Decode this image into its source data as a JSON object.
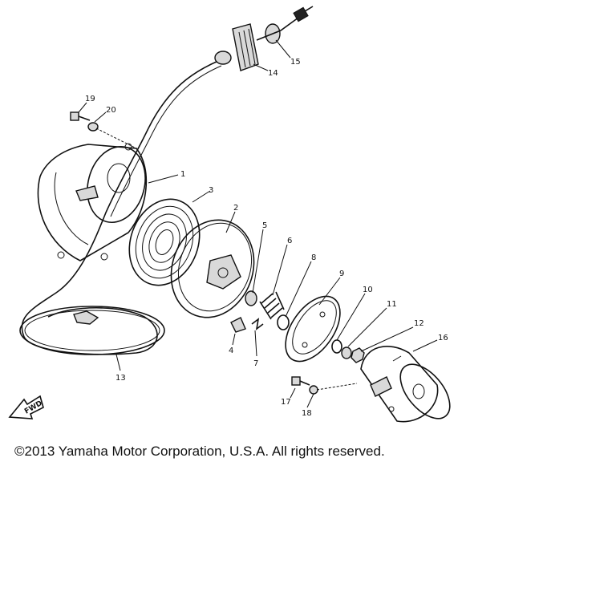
{
  "diagram": {
    "callouts": [
      {
        "id": "1",
        "label": "1"
      },
      {
        "id": "2",
        "label": "2"
      },
      {
        "id": "3",
        "label": "3"
      },
      {
        "id": "4",
        "label": "4"
      },
      {
        "id": "5",
        "label": "5"
      },
      {
        "id": "6",
        "label": "6"
      },
      {
        "id": "7",
        "label": "7"
      },
      {
        "id": "8",
        "label": "8"
      },
      {
        "id": "9",
        "label": "9"
      },
      {
        "id": "10",
        "label": "10"
      },
      {
        "id": "11",
        "label": "11"
      },
      {
        "id": "12",
        "label": "12"
      },
      {
        "id": "13",
        "label": "13"
      },
      {
        "id": "14",
        "label": "14"
      },
      {
        "id": "15",
        "label": "15"
      },
      {
        "id": "16",
        "label": "16"
      },
      {
        "id": "17",
        "label": "17"
      },
      {
        "id": "18",
        "label": "18"
      },
      {
        "id": "19",
        "label": "19"
      },
      {
        "id": "20",
        "label": "20"
      }
    ],
    "direction_marker": "FWD"
  },
  "footer": {
    "copyright": "©2013 Yamaha Motor Corporation, U.S.A. All rights reserved."
  }
}
